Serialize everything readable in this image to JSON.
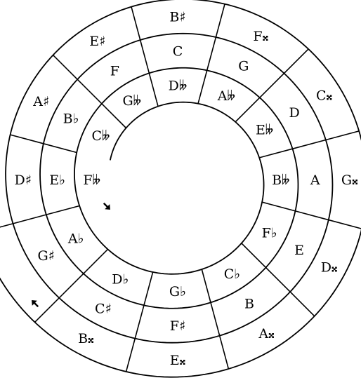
{
  "diagram": {
    "type": "spiral-circle-of-fifths",
    "colors": {
      "stroke": "#000000",
      "background": "#ffffff",
      "text": "#000000"
    },
    "icons": [
      "arrow-down-right-icon",
      "arrow-up-left-icon"
    ],
    "rings": [
      {
        "name": "ring-1",
        "labels": [
          "D𝄫",
          "A𝄫",
          "E𝄫",
          "B𝄫",
          "F♭",
          "C♭",
          "G♭",
          "D♭",
          "A♭",
          "E♭",
          "B♭",
          "F",
          "C"
        ]
      },
      {
        "name": "ring-2",
        "labels": [
          "G𝄫",
          "D𝄫",
          "A𝄫",
          "E𝄫",
          "B𝄫",
          "F♭",
          "C♭",
          "G♭",
          "D♭",
          "A♭",
          "E♭",
          "B♭",
          "F",
          "C"
        ]
      },
      {
        "name": "ring-3",
        "labels": [
          "C𝄫",
          "G𝄫",
          "D𝄫",
          "A𝄫",
          "E𝄫",
          "B𝄫",
          "F♭",
          "C♭",
          "G♭",
          "D♭",
          "A♭",
          "E♭",
          "B♭",
          "F",
          "C",
          "G",
          "D",
          "A",
          "E",
          "B",
          "F♯",
          "C♯"
        ]
      },
      {
        "name": "ring-4",
        "labels": [
          "F𝄫"
        ]
      }
    ],
    "positions": [
      {
        "ring": "inner",
        "label": "D𝄫"
      },
      {
        "ring": "inner",
        "label": "A𝄫"
      },
      {
        "ring": "inner",
        "label": "E𝄫"
      },
      {
        "ring": "inner",
        "label": "B𝄫"
      },
      {
        "ring": "inner",
        "label": "F♭"
      },
      {
        "ring": "inner",
        "label": "C♭"
      },
      {
        "ring": "inner",
        "label": "G♭"
      },
      {
        "ring": "inner",
        "label": "D♭"
      },
      {
        "ring": "inner",
        "label": "A♭"
      },
      {
        "ring": "inner",
        "label": "E♭"
      },
      {
        "ring": "inner",
        "label": "B♭"
      },
      {
        "ring": "inner",
        "label": "F"
      },
      {
        "ring": "inner",
        "label": "C"
      }
    ]
  }
}
